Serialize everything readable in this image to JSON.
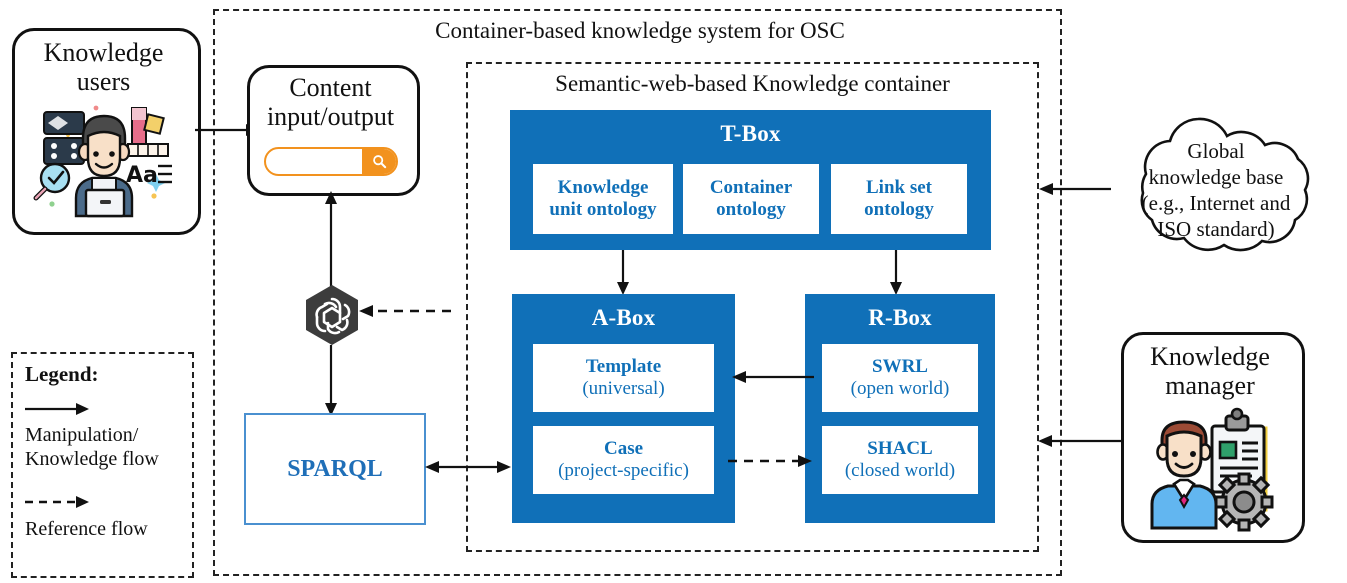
{
  "figure": {
    "outer_container_title": "Container-based knowledge system for OSC",
    "inner_container_title": "Semantic-web-based Knowledge container"
  },
  "colors": {
    "blue_fill": "#1070b8",
    "blue_text": "#1f6fb8",
    "orange": "#f28a19",
    "line": "#111111"
  },
  "actors": {
    "knowledge_users": {
      "line1": "Knowledge",
      "line2": "users",
      "icon": "knowledge-user-avatar-icon"
    },
    "content_io": {
      "line1": "Content",
      "line2": "input/output",
      "icon": "search-bar-icon",
      "search_placeholder": ""
    },
    "knowledge_manager": {
      "line1": "Knowledge",
      "line2": "manager",
      "icon": "knowledge-manager-avatar-icon"
    },
    "global_kb": {
      "line1": "Global",
      "line2": "knowledge base",
      "line3": "(e.g., Internet and",
      "line4": "ISO standard)"
    },
    "llm": {
      "icon": "openai-chatgpt-icon"
    },
    "sparql": {
      "label": "SPARQL"
    }
  },
  "tbox": {
    "title": "T-Box",
    "items": [
      {
        "line1": "Knowledge",
        "line2": "unit ontology"
      },
      {
        "line1": "Container",
        "line2": "ontology"
      },
      {
        "line1": "Link set",
        "line2": "ontology"
      }
    ]
  },
  "abox": {
    "title": "A-Box",
    "items": [
      {
        "line1": "Template",
        "line2": "(universal)"
      },
      {
        "line1": "Case",
        "line2": "(project-specific)"
      }
    ]
  },
  "rbox": {
    "title": "R-Box",
    "items": [
      {
        "line1": "SWRL",
        "line2": "(open world)"
      },
      {
        "line1": "SHACL",
        "line2": "(closed world)"
      }
    ]
  },
  "legend": {
    "title": "Legend:",
    "entries": [
      {
        "style": "solid-arrow",
        "line1": "Manipulation/",
        "line2": "Knowledge flow"
      },
      {
        "style": "dashed-arrow",
        "line1": "Reference flow",
        "line2": ""
      }
    ]
  }
}
